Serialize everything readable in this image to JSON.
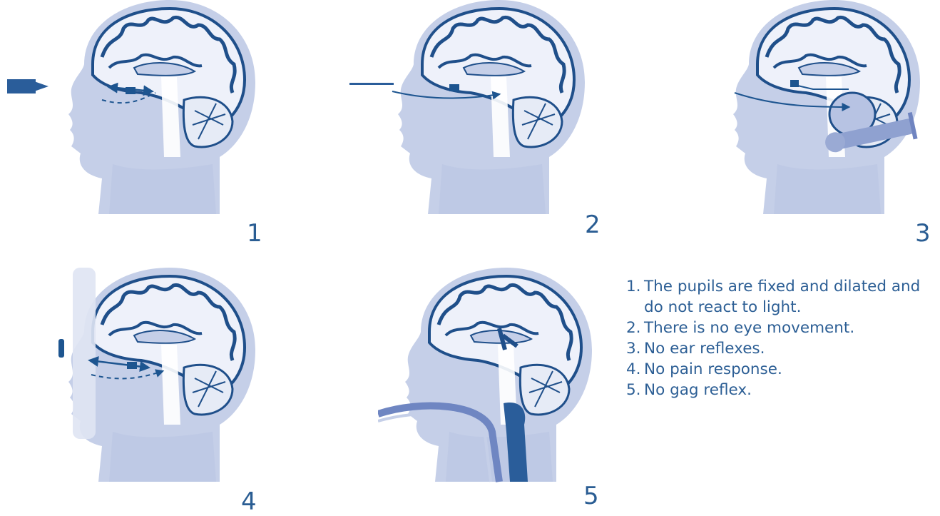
{
  "colors": {
    "skin": "#c5cfe8",
    "brain": "#1f4f8a",
    "arrow": "#1d5590",
    "text": "#2d5f95"
  },
  "panels": [
    {
      "number": "1",
      "icon": "head-light-pen-icon"
    },
    {
      "number": "2",
      "icon": "head-eye-movement-icon"
    },
    {
      "number": "3",
      "icon": "head-ear-syringe-icon"
    },
    {
      "number": "4",
      "icon": "head-pain-stimulus-icon"
    },
    {
      "number": "5",
      "icon": "head-gag-tube-icon"
    }
  ],
  "legend": [
    {
      "number": "1.",
      "text": "The pupils are fixed and dilated and do not react to light."
    },
    {
      "number": "2.",
      "text": "There is no eye movement."
    },
    {
      "number": "3.",
      "text": "No ear reflexes."
    },
    {
      "number": "4.",
      "text": "No pain response."
    },
    {
      "number": "5.",
      "text": "No gag reflex."
    }
  ]
}
